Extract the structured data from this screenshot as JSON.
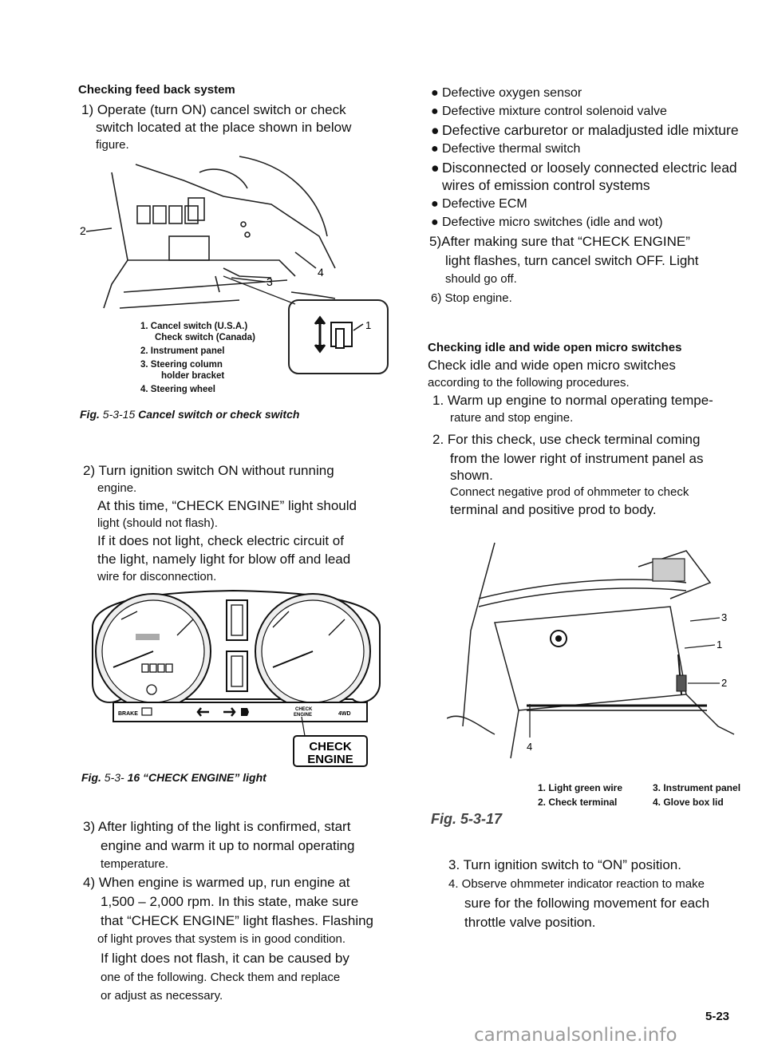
{
  "left": {
    "section1_heading": "Checking feed back system",
    "step1_line1": "1) Operate (turn ON) cancel switch or check",
    "step1_line2": "switch located at the place shown in below",
    "step1_line3": "figure.",
    "fig15": {
      "callouts": [
        "1",
        "2",
        "3",
        "4"
      ],
      "legend": [
        "1. Cancel switch (U.S.A.)",
        "Check switch (Canada)",
        "2. Instrument panel",
        "3. Steering column",
        "holder bracket",
        "4. Steering wheel"
      ],
      "caption_prefix": "Fig.",
      "caption_num": "5-3-15",
      "caption_text": "Cancel switch or check switch"
    },
    "step2_lines": [
      "2) Turn ignition switch ON without running",
      "engine.",
      "At this time, “CHECK ENGINE” light should",
      "light (should not flash).",
      "If it does not light, check electric circuit of",
      "the light, namely light for blow off and lead",
      "wire for disconnection."
    ],
    "fig16": {
      "check_label_1": "CHECK",
      "check_label_2": "ENGINE",
      "strip_brake": "BRAKE",
      "strip_4wd": "4WD",
      "caption_prefix": "Fig.",
      "caption_num": "5-3-",
      "caption_text": "16 “CHECK ENGINE” light"
    },
    "step3_lines": [
      "3) After lighting of the light is confirmed, start",
      "engine and warm it up to normal operating",
      "temperature."
    ],
    "step4_lines": [
      "4) When engine is warmed up, run engine at",
      "1,500 – 2,000 rpm. In this state, make sure",
      "that “CHECK ENGINE” light flashes. Flashing",
      "of light proves that system is in good condition.",
      "If light does not flash, it can be caused by",
      "one of the following. Check them and replace",
      "or adjust as necessary."
    ]
  },
  "right": {
    "bullets": [
      "Defective oxygen sensor",
      "Defective mixture control solenoid valve",
      "Defective carburetor or maladjusted idle mixture",
      "Defective thermal switch",
      "Disconnected or loosely connected electric lead wires of emission control systems",
      "Defective ECM",
      "Defective micro switches (idle and wot)"
    ],
    "step5_lines": [
      "5)After making sure that “CHECK ENGINE”",
      "light flashes, turn cancel switch OFF. Light",
      "should go off."
    ],
    "step6": "6) Stop engine.",
    "section2_heading": "Checking idle and wide open micro switches",
    "section2_intro": [
      "Check idle and wide open micro switches",
      "according to the following procedures."
    ],
    "s2_step1": [
      "1. Warm up engine to normal operating tempe-",
      "rature and stop engine."
    ],
    "s2_step2": [
      "2. For this check, use check terminal coming",
      "from the lower right of instrument panel as",
      "shown.",
      "Connect negative prod of ohmmeter to check",
      "terminal and positive prod to body."
    ],
    "fig17": {
      "callouts": [
        "1",
        "2",
        "3",
        "4"
      ],
      "legend_left": [
        "1. Light green wire",
        "2. Check terminal"
      ],
      "legend_right": [
        "3. Instrument panel",
        "4. Glove box lid"
      ],
      "caption": "Fig. 5-3-17"
    },
    "s2_step3": "3. Turn ignition switch to “ON” position.",
    "s2_step4": [
      "4. Observe ohmmeter indicator reaction to make",
      "sure for the following movement for each",
      "throttle valve position."
    ]
  },
  "page_number": "5-23",
  "watermark": "carmanualsonline.info"
}
